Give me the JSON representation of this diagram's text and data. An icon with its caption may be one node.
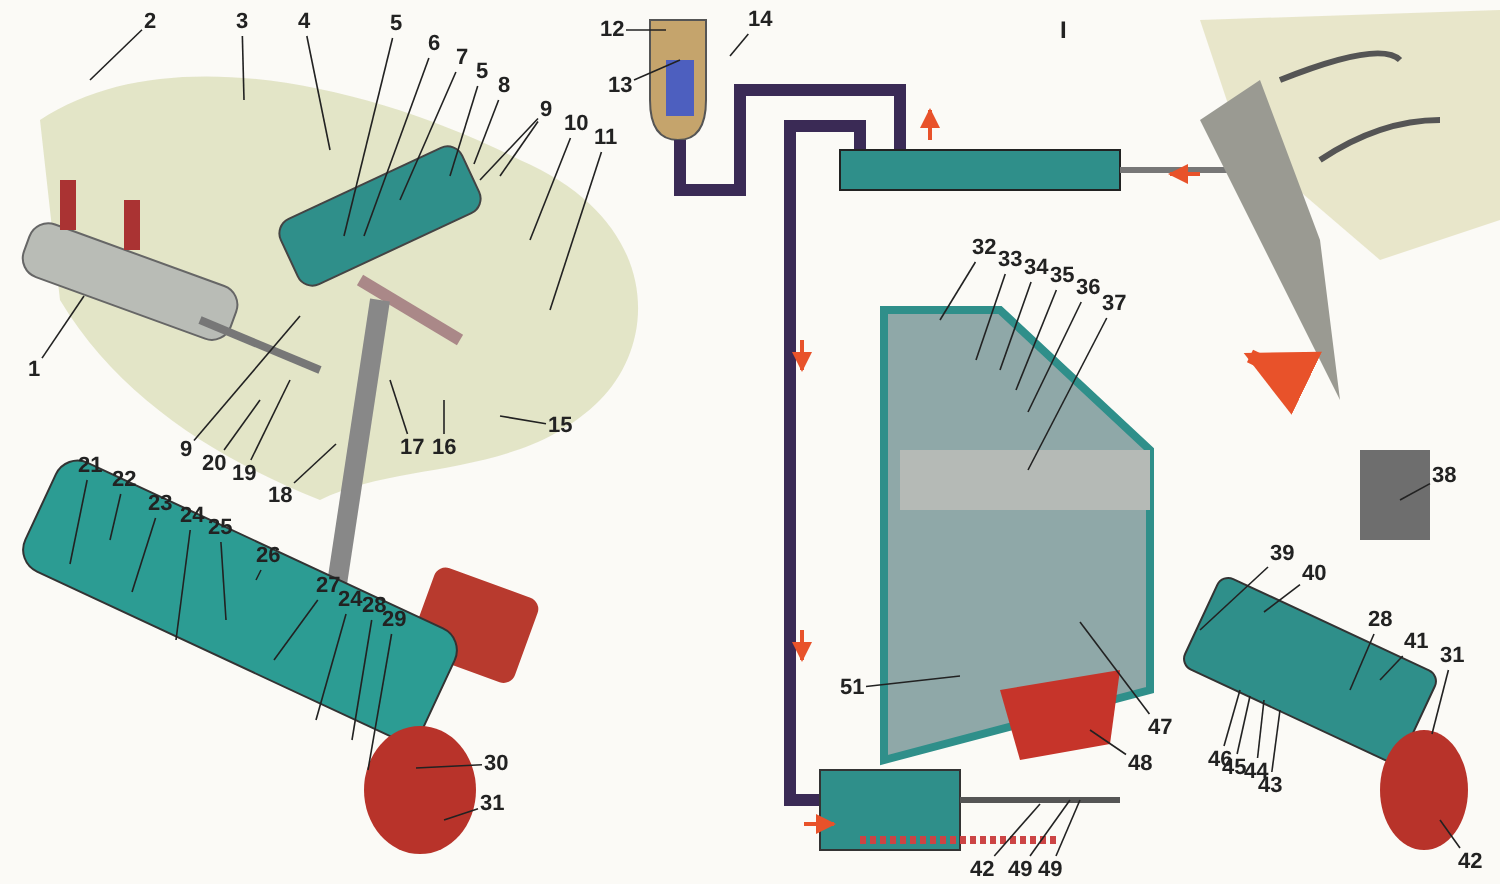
{
  "diagram": {
    "nodes": [
      {
        "text": [
          "2"
        ]
      },
      {
        "text": [
          "3"
        ]
      },
      {
        "text": [
          "4"
        ]
      },
      {
        "text": [
          "5"
        ]
      },
      {
        "text": [
          "6"
        ]
      },
      {
        "text": [
          "7"
        ]
      },
      {
        "text": [
          "5"
        ]
      },
      {
        "text": [
          "8"
        ]
      },
      {
        "text": [
          "9"
        ]
      },
      {
        "text": [
          "10"
        ]
      },
      {
        "text": [
          "11"
        ]
      },
      {
        "text": [
          "12"
        ]
      },
      {
        "text": [
          "13"
        ]
      },
      {
        "text": [
          "14"
        ]
      },
      {
        "text": [
          "1"
        ]
      },
      {
        "text": [
          "9"
        ]
      },
      {
        "text": [
          "20"
        ]
      },
      {
        "text": [
          "19"
        ]
      },
      {
        "text": [
          "18"
        ]
      },
      {
        "text": [
          "17"
        ]
      },
      {
        "text": [
          "16"
        ]
      },
      {
        "text": [
          "15"
        ]
      },
      {
        "text": [
          "21"
        ]
      },
      {
        "text": [
          "22"
        ]
      },
      {
        "text": [
          "23"
        ]
      },
      {
        "text": [
          "24"
        ]
      },
      {
        "text": [
          "25"
        ]
      },
      {
        "text": [
          "26"
        ]
      },
      {
        "text": [
          "27"
        ]
      },
      {
        "text": [
          "24"
        ]
      },
      {
        "text": [
          "28"
        ]
      },
      {
        "text": [
          "29"
        ]
      },
      {
        "text": [
          "30"
        ]
      },
      {
        "text": [
          "31"
        ]
      },
      {
        "text": [
          "32"
        ]
      },
      {
        "text": [
          "33"
        ]
      },
      {
        "text": [
          "34"
        ]
      },
      {
        "text": [
          "35"
        ]
      },
      {
        "text": [
          "36"
        ]
      },
      {
        "text": [
          "37"
        ]
      },
      {
        "text": [
          "38"
        ]
      },
      {
        "text": [
          "39"
        ]
      },
      {
        "text": [
          "40"
        ]
      },
      {
        "text": [
          "28"
        ]
      },
      {
        "text": [
          "41"
        ]
      },
      {
        "text": [
          "31"
        ]
      },
      {
        "text": [
          "51"
        ]
      },
      {
        "text": [
          "47"
        ]
      },
      {
        "text": [
          "46"
        ]
      },
      {
        "text": [
          "45"
        ]
      },
      {
        "text": [
          "44"
        ]
      },
      {
        "text": [
          "43"
        ]
      },
      {
        "text": [
          "48"
        ]
      },
      {
        "text": [
          "42"
        ]
      },
      {
        "text": [
          "42"
        ]
      },
      {
        "text": [
          "49"
        ]
      },
      {
        "text": [
          "49"
        ]
      }
    ],
    "edges": [
      {
        "from": 0,
        "to": null,
        "arrow": "none"
      },
      {
        "from": 1,
        "to": null,
        "arrow": "none"
      },
      {
        "from": 2,
        "to": null,
        "arrow": "none"
      },
      {
        "from": 3,
        "to": null,
        "arrow": "none"
      },
      {
        "from": 4,
        "to": null,
        "arrow": "none"
      },
      {
        "from": 5,
        "to": null,
        "arrow": "none"
      },
      {
        "from": 6,
        "to": null,
        "arrow": "none"
      },
      {
        "from": 7,
        "to": null,
        "arrow": "none"
      },
      {
        "from": 8,
        "to": null,
        "arrow": "none"
      },
      {
        "from": 8,
        "to": null,
        "arrow": "none"
      },
      {
        "from": 9,
        "to": null,
        "arrow": "none"
      },
      {
        "from": 10,
        "to": null,
        "arrow": "none"
      },
      {
        "from": 11,
        "to": null,
        "arrow": "none"
      },
      {
        "from": 12,
        "to": null,
        "arrow": "none"
      },
      {
        "from": 13,
        "to": null,
        "arrow": "none"
      },
      {
        "from": 14,
        "to": null,
        "arrow": "none"
      },
      {
        "from": 15,
        "to": null,
        "arrow": "none"
      },
      {
        "from": 16,
        "to": null,
        "arrow": "none"
      },
      {
        "from": 17,
        "to": null,
        "arrow": "none"
      },
      {
        "from": 18,
        "to": null,
        "arrow": "none"
      },
      {
        "from": 19,
        "to": null,
        "arrow": "none"
      },
      {
        "from": 20,
        "to": null,
        "arrow": "none"
      },
      {
        "from": 21,
        "to": null,
        "arrow": "none"
      },
      {
        "from": 22,
        "to": null,
        "arrow": "none"
      },
      {
        "from": 23,
        "to": null,
        "arrow": "none"
      },
      {
        "from": 24,
        "to": null,
        "arrow": "none"
      },
      {
        "from": 25,
        "to": null,
        "arrow": "none"
      },
      {
        "from": 26,
        "to": null,
        "arrow": "none"
      },
      {
        "from": 27,
        "to": null,
        "arrow": "none"
      },
      {
        "from": 28,
        "to": null,
        "arrow": "none"
      },
      {
        "from": 29,
        "to": null,
        "arrow": "none"
      },
      {
        "from": 30,
        "to": null,
        "arrow": "none"
      },
      {
        "from": 31,
        "to": null,
        "arrow": "none"
      },
      {
        "from": 32,
        "to": null,
        "arrow": "none"
      },
      {
        "from": 33,
        "to": null,
        "arrow": "none"
      },
      {
        "from": 34,
        "to": null,
        "arrow": "none"
      },
      {
        "from": 35,
        "to": null,
        "arrow": "none"
      },
      {
        "from": 36,
        "to": null,
        "arrow": "none"
      },
      {
        "from": 37,
        "to": null,
        "arrow": "none"
      },
      {
        "from": 38,
        "to": null,
        "arrow": "none"
      },
      {
        "from": 39,
        "to": null,
        "arrow": "none"
      },
      {
        "from": 40,
        "to": null,
        "arrow": "none"
      },
      {
        "from": 41,
        "to": null,
        "arrow": "none"
      },
      {
        "from": 42,
        "to": null,
        "arrow": "none"
      },
      {
        "from": 43,
        "to": null,
        "arrow": "none"
      },
      {
        "from": 44,
        "to": null,
        "arrow": "none"
      },
      {
        "from": 45,
        "to": null,
        "arrow": "none"
      },
      {
        "from": 46,
        "to": null,
        "arrow": "none"
      },
      {
        "from": 47,
        "to": null,
        "arrow": "none"
      },
      {
        "from": 48,
        "to": null,
        "arrow": "none"
      },
      {
        "from": 49,
        "to": null,
        "arrow": "none"
      },
      {
        "from": 50,
        "to": null,
        "arrow": "none"
      },
      {
        "from": 51,
        "to": null,
        "arrow": "none"
      },
      {
        "from": 52,
        "to": null,
        "arrow": "none"
      },
      {
        "from": 53,
        "to": null,
        "arrow": "none"
      },
      {
        "from": 54,
        "to": null,
        "arrow": "none"
      },
      {
        "from": 55,
        "to": null,
        "arrow": "none"
      },
      {
        "from": 56,
        "to": null,
        "arrow": "none"
      }
    ],
    "labels": [
      "I"
    ]
  }
}
